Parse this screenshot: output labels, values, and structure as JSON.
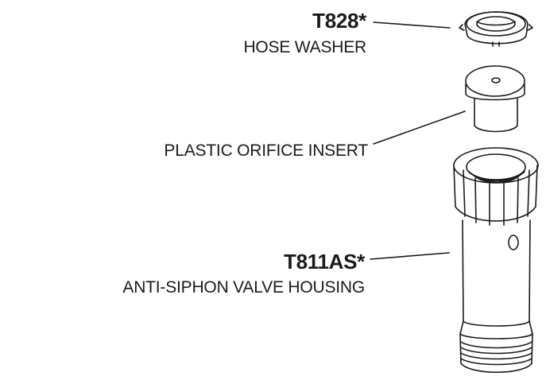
{
  "parts": [
    {
      "part_number": "T828*",
      "description": "HOSE WASHER"
    },
    {
      "part_number": "",
      "description": "PLASTIC ORIFICE INSERT"
    },
    {
      "part_number": "T811AS*",
      "description": "ANTI-SIPHON VALVE HOUSING"
    }
  ],
  "colors": {
    "ink": "#1a1a1a",
    "background": "#ffffff"
  }
}
